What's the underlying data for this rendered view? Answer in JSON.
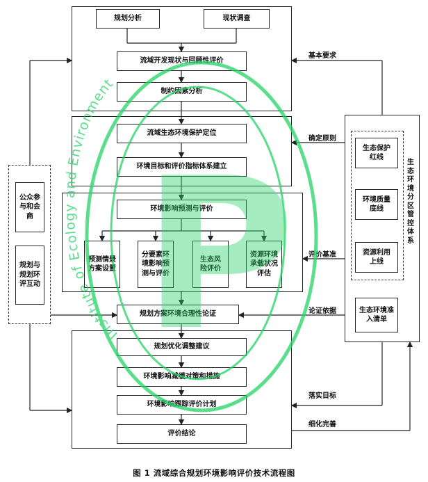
{
  "top": {
    "planning_analysis": "规划分析",
    "status_survey": "现状调查"
  },
  "flow": {
    "dev_review": "流域开发现状与回顾性评价",
    "constraint": "制约因素分析",
    "eco_position": "流域生态环境保护定位",
    "targets": "环境目标和评价指标体系建立",
    "impact_predict": "环境影响预测与评价",
    "scenario": "预测情景方案设置",
    "element_impact": "分要素环境影响预测与评价",
    "eco_risk": "生态风险评价",
    "capacity": "资源环境承载状况评估",
    "rationality": "规划方案环境合理性论证",
    "optimize": "规划优化调整建议",
    "mitigation": "环境影响减缓对策和措施",
    "tracking": "环境影响跟踪评价计划",
    "conclusion": "评价结论"
  },
  "left": {
    "public": "公众参与和会商",
    "interaction": "规划与规划环评互动"
  },
  "right": {
    "redline": "生态保护红线",
    "bottomline": "环境质量底线",
    "upperline": "资源利用上线",
    "system_title": "生态环境分区管控体系",
    "access_list": "生态环境准入清单"
  },
  "edge_labels": {
    "basic_req": "基本要求",
    "principle": "确定原则",
    "criteria": "评价基准",
    "evidence": "论证依据",
    "target": "落实目标",
    "refine": "细化完善"
  },
  "watermark": {
    "arc_text": "Institute of Ecology and Environment",
    "glyph": "P",
    "color": "#25d466"
  },
  "caption": "图 1    流域综合规划环境影响评价技术流程图"
}
